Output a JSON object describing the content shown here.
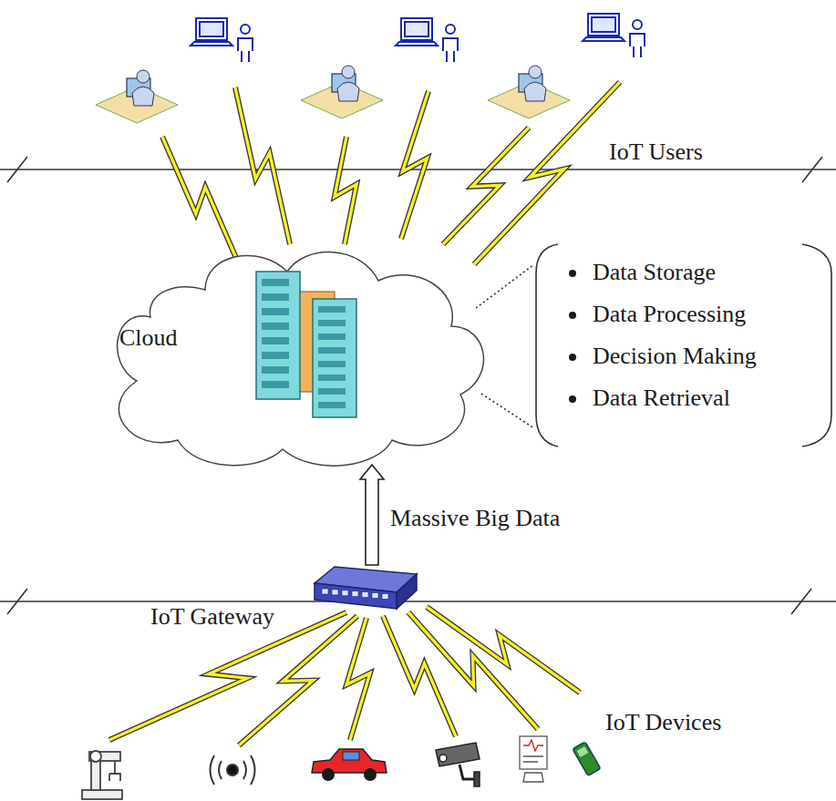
{
  "diagram": {
    "nodes": [
      {
        "text": [
          "Cloud"
        ]
      },
      {
        "text": [
          "IoT Gateway"
        ]
      }
    ],
    "edges": [
      {
        "from": 1,
        "to": 0,
        "label": "Massive Big Data",
        "arrow": "to"
      }
    ],
    "labels": [
      "IoT Users",
      "Data Storage",
      "Data Processing",
      "Decision Making",
      "Data Retrieval",
      "IoT Devices"
    ]
  }
}
